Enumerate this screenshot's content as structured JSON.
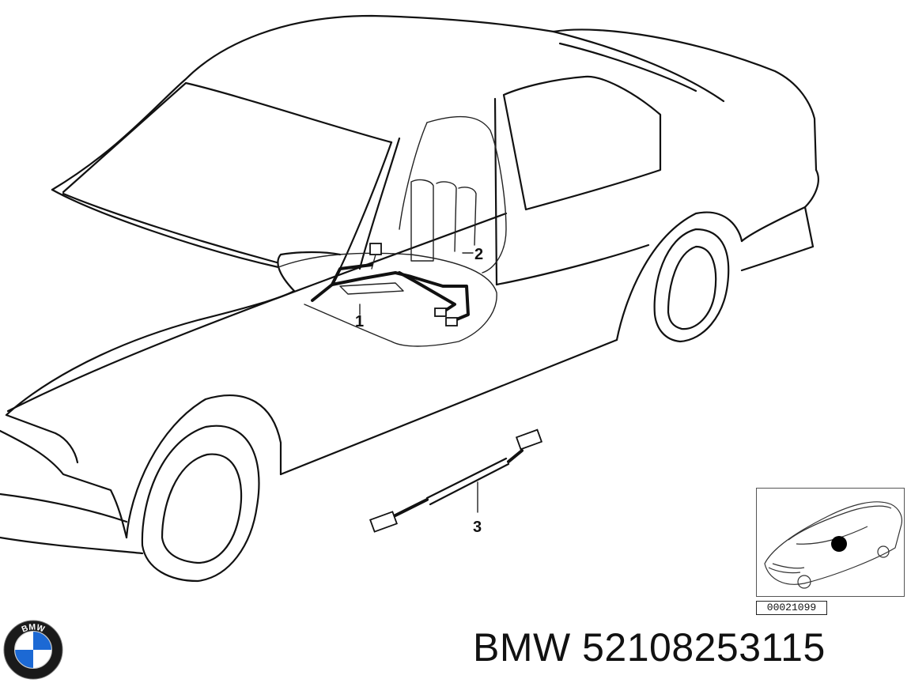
{
  "diagram": {
    "callouts": [
      "1",
      "2",
      "3"
    ],
    "reference_number": "00021099"
  },
  "caption": {
    "brand": "BMW",
    "part_number": "52108253115",
    "full_text": "BMW 52108253115"
  },
  "logo": {
    "letters": "BMW",
    "colors": {
      "blue": "#1c69d4",
      "white": "#ffffff",
      "ring": "#1a1a1a"
    }
  }
}
